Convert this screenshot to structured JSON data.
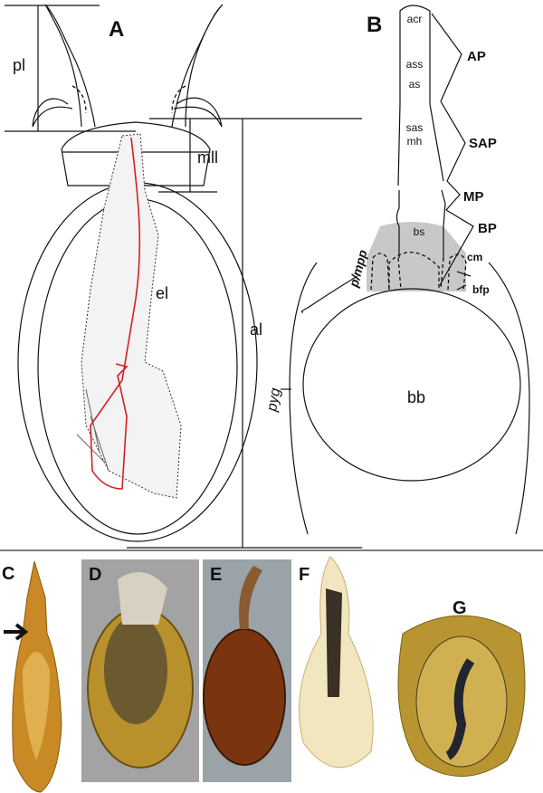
{
  "panel_a": {
    "letter": "A",
    "labels": {
      "pl": "pl",
      "mll": "mll",
      "al": "al",
      "el": "el"
    },
    "endophallus_color": "#d42020"
  },
  "panel_b": {
    "letter": "B",
    "inner_labels": {
      "acr": "acr",
      "ass": "ass",
      "as": "as",
      "sas": "sas",
      "mh": "mh",
      "bs": "bs",
      "bb": "bb"
    },
    "region_labels": {
      "ap": "AP",
      "sap": "SAP",
      "mp": "MP",
      "bp": "BP",
      "cm": "cm",
      "bfp": "bfp",
      "pmpp": "p/mpp",
      "pyg": "pyg"
    },
    "shade_color": "#c8c8c8"
  },
  "photos": [
    {
      "letter": "C"
    },
    {
      "letter": "D"
    },
    {
      "letter": "E"
    },
    {
      "letter": "F"
    },
    {
      "letter": "G"
    }
  ]
}
